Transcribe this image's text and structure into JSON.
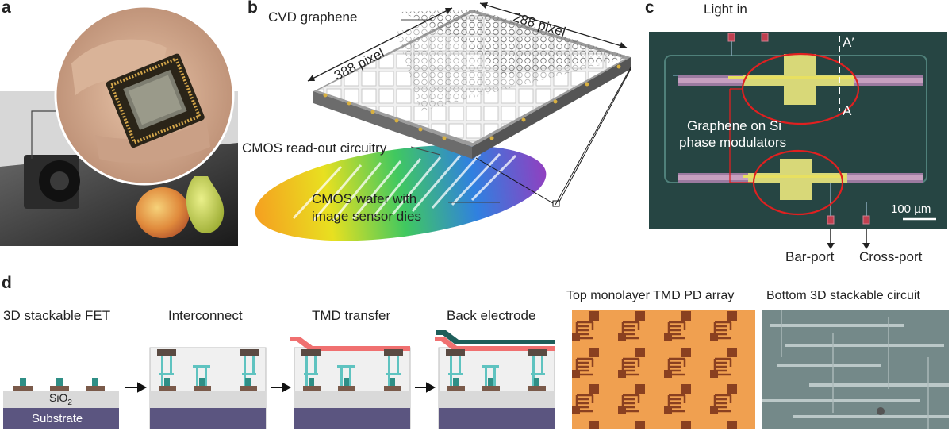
{
  "panels": {
    "a": {
      "label": "a"
    },
    "b": {
      "label": "b",
      "cvd_graphene": "CVD graphene",
      "pixel_288": "288 pixel",
      "pixel_388": "388 pixel",
      "cmos_readout": "CMOS read-out circuitry",
      "cmos_wafer_line1": "CMOS wafer with",
      "cmos_wafer_line2": "image sensor dies"
    },
    "c": {
      "label": "c",
      "light_in": "Light in",
      "a_prime": "A′",
      "a": "A",
      "graphene_line1": "Graphene on Si",
      "graphene_line2": "phase modulators",
      "scale_bar": "100 µm",
      "bar_port": "Bar-port",
      "cross_port": "Cross-port"
    },
    "d": {
      "label": "d",
      "steps": [
        "3D stackable FET",
        "Interconnect",
        "TMD transfer",
        "Back electrode"
      ],
      "sio2": "SiO",
      "sio2_sub": "2",
      "substrate": "Substrate",
      "top_micrograph": "Top monolayer TMD PD array",
      "bottom_micrograph": "Bottom 3D stackable circuit"
    }
  },
  "colors": {
    "substrate": "#5b5580",
    "sio2": "#d9d9d9",
    "fet_gate": "#2f8f86",
    "fet_contact": "#7a5a4a",
    "interconnect": "#5fc3c0",
    "pad": "#5a4a42",
    "tmd": "#f07070",
    "electrode": "#1e5e5a",
    "chip_bg": "#2a4a4a",
    "ring": "#e02020",
    "orange": "#f0a050"
  }
}
